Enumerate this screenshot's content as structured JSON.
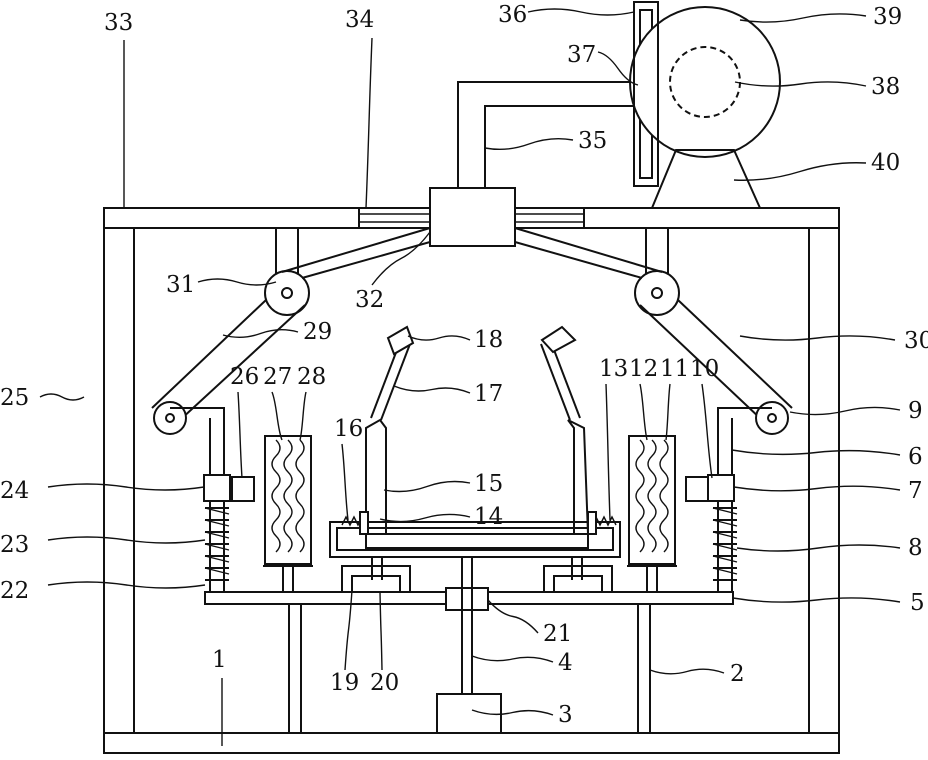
{
  "figure": {
    "labels": [
      "1",
      "2",
      "3",
      "4",
      "5",
      "6",
      "7",
      "8",
      "9",
      "10",
      "11",
      "12",
      "13",
      "14",
      "15",
      "16",
      "17",
      "18",
      "19",
      "20",
      "21",
      "22",
      "23",
      "24",
      "25",
      "26",
      "27",
      "28",
      "29",
      "30",
      "31",
      "32",
      "33",
      "34",
      "35",
      "36",
      "37",
      "38",
      "39",
      "40"
    ],
    "colors": {
      "line": "#111111",
      "background": "#ffffff"
    }
  }
}
